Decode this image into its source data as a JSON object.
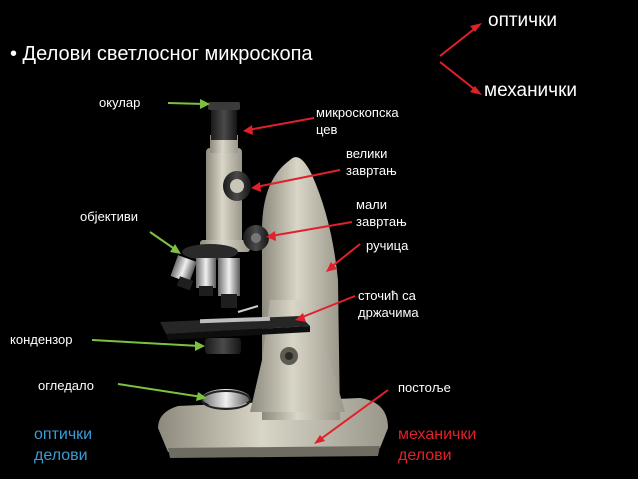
{
  "slide": {
    "title": "• Делови светлосног микроскопа",
    "categories": {
      "optical": "оптички",
      "mechanical": "механички"
    },
    "labels": {
      "ocular": "окулар",
      "tube": "микроскопска\nцев",
      "coarse_screw": "велики\nзавртањ",
      "fine_screw": "мали\nзавртањ",
      "objectives": "објективи",
      "handle": "ручица",
      "stage": "сточић са\nдржачима",
      "condenser": "кондензор",
      "mirror": "огледало",
      "base": "постоље"
    },
    "groups": {
      "optical": "оптички\nделови",
      "mechanical": "механички\nделови"
    },
    "colors": {
      "background": "#000000",
      "text": "#ffffff",
      "optical_arrow": "#7dc142",
      "mechanical_arrow": "#e0202a",
      "optical_group": "#3a9bd6",
      "mechanical_group": "#e0202a"
    }
  }
}
